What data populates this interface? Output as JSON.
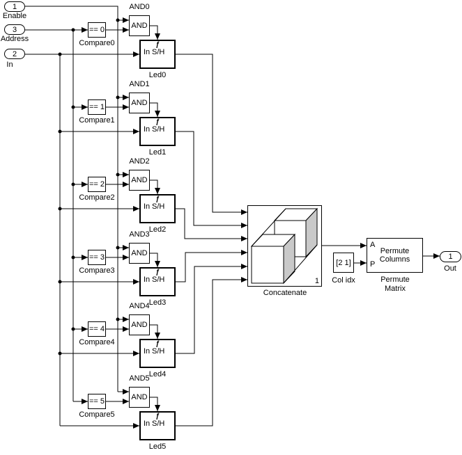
{
  "colors": {
    "line": "#000000",
    "background": "#ffffff",
    "shade": "#c9c9c9"
  },
  "ports": {
    "enable": {
      "num": "1",
      "label": "Enable"
    },
    "address": {
      "num": "3",
      "label": "Address"
    },
    "in": {
      "num": "2",
      "label": "In"
    },
    "out": {
      "num": "1",
      "label": "Out"
    }
  },
  "rows": [
    {
      "and_name": "AND0",
      "and_text": "AND",
      "compare_value": "== 0",
      "compare_name": "Compare0",
      "trigger": "ƒ",
      "led_in": "In",
      "led_sh": "S/H",
      "led_name": "Led0"
    },
    {
      "and_name": "AND1",
      "and_text": "AND",
      "compare_value": "== 1",
      "compare_name": "Compare1",
      "trigger": "ƒ",
      "led_in": "In",
      "led_sh": "S/H",
      "led_name": "Led1"
    },
    {
      "and_name": "AND2",
      "and_text": "AND",
      "compare_value": "== 2",
      "compare_name": "Compare2",
      "trigger": "ƒ",
      "led_in": "In",
      "led_sh": "S/H",
      "led_name": "Led2"
    },
    {
      "and_name": "AND3",
      "and_text": "AND",
      "compare_value": "== 3",
      "compare_name": "Compare3",
      "trigger": "ƒ",
      "led_in": "In",
      "led_sh": "S/H",
      "led_name": "Led3"
    },
    {
      "and_name": "AND4",
      "and_text": "AND",
      "compare_value": "== 4",
      "compare_name": "Compare4",
      "trigger": "ƒ",
      "led_in": "In",
      "led_sh": "S/H",
      "led_name": "Led4"
    },
    {
      "and_name": "AND5",
      "and_text": "AND",
      "compare_value": "== 5",
      "compare_name": "Compare5",
      "trigger": "ƒ",
      "led_in": "In",
      "led_sh": "S/H",
      "led_name": "Led5"
    }
  ],
  "concatenate": {
    "name": "Concatenate",
    "dims": "1"
  },
  "col_idx": {
    "value": "[2 1]",
    "name": "Col idx"
  },
  "permute": {
    "port_a": "A",
    "port_p": "P",
    "text_line1": "Permute",
    "text_line2": "Columns",
    "name_line1": "Permute",
    "name_line2": "Matrix"
  }
}
